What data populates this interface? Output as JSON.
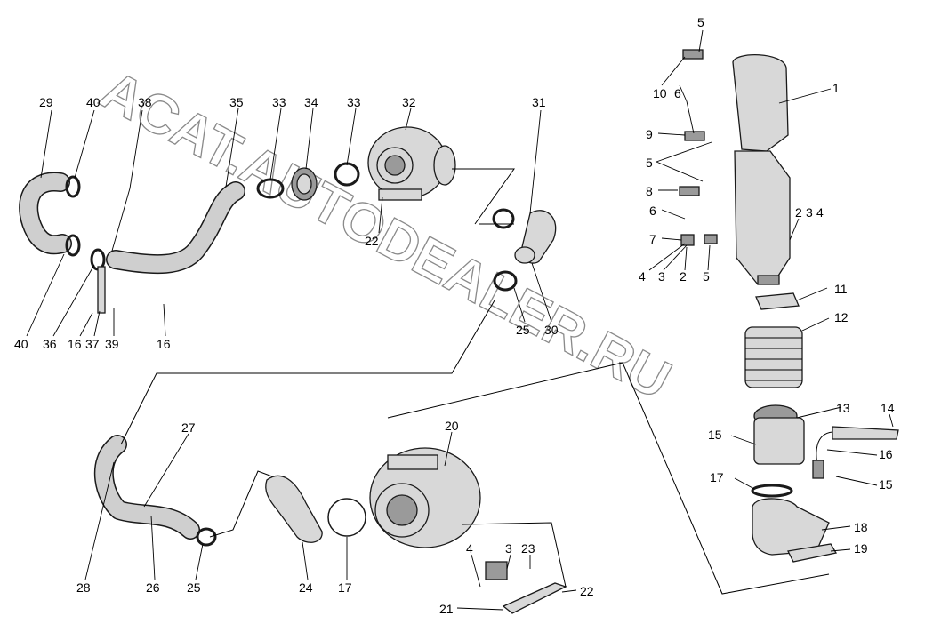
{
  "watermark": "ACAT.AUTODEALER.RU",
  "callouts": {
    "c1": "1",
    "c2a": "2",
    "c2b": "2",
    "c3a": "3",
    "c3b": "3",
    "c4a": "4",
    "c4b": "4",
    "c4c": "4",
    "c5a": "5",
    "c5b": "5",
    "c5c": "5",
    "c6a": "6",
    "c6b": "6",
    "c7": "7",
    "c8": "8",
    "c9": "9",
    "c10": "10",
    "c11": "11",
    "c12": "12",
    "c13": "13",
    "c14": "14",
    "c15a": "15",
    "c15b": "15",
    "c16a": "16",
    "c16b": "16",
    "c16c": "16",
    "c17a": "17",
    "c17b": "17",
    "c18": "18",
    "c19": "19",
    "c20": "20",
    "c21": "21",
    "c22a": "22",
    "c22b": "22",
    "c23": "23",
    "c24": "24",
    "c25a": "25",
    "c25b": "25",
    "c26": "26",
    "c27": "27",
    "c28": "28",
    "c29": "29",
    "c30": "30",
    "c31": "31",
    "c32": "32",
    "c33a": "33",
    "c33b": "33",
    "c34": "34",
    "c35": "35",
    "c36": "36",
    "c37": "37",
    "c38": "38",
    "c39": "39",
    "c40a": "40",
    "c40b": "40"
  }
}
